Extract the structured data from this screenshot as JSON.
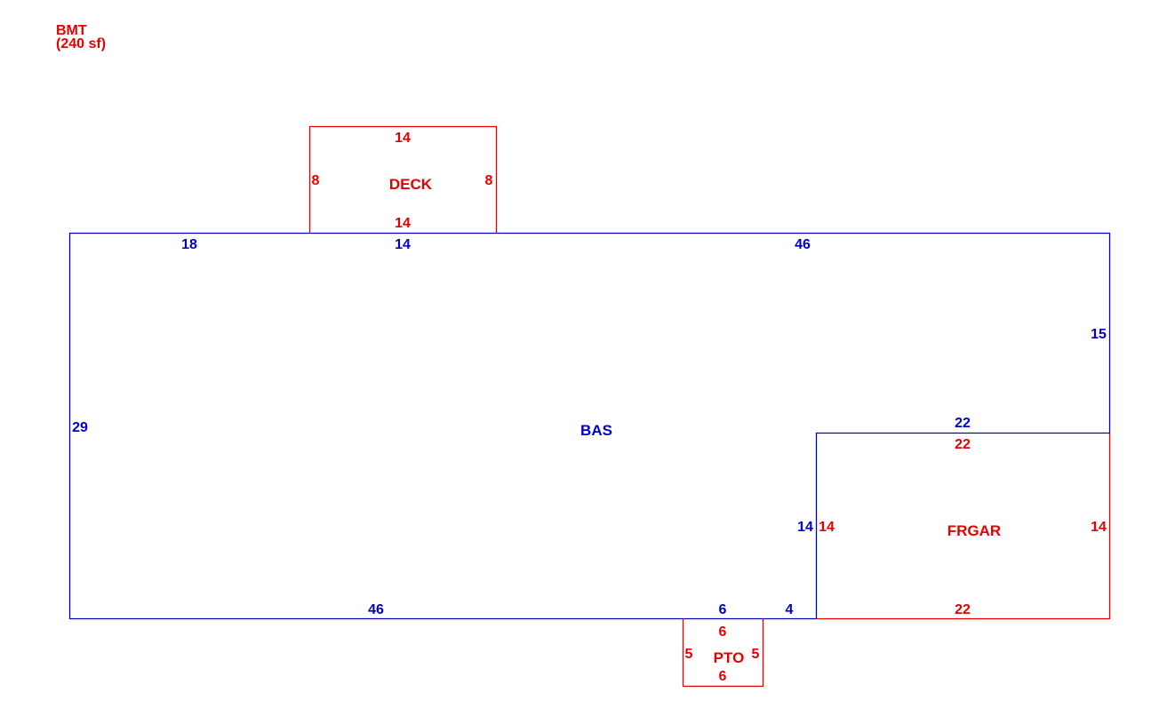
{
  "colors": {
    "main": "#0000cc",
    "sub": "#e60000"
  },
  "legend": {
    "name": "BMT",
    "area": "(240 sf)"
  },
  "areas": {
    "bas": {
      "label": "BAS",
      "dims": {
        "top_left": "18",
        "top_mid": "14",
        "top_right": "46",
        "right": "15",
        "left": "29",
        "garage_top": "22",
        "garage_side": "14",
        "bottom_left": "46",
        "bottom_mid": "6",
        "bottom_right": "4"
      }
    },
    "deck": {
      "label": "DECK",
      "dims": {
        "top": "14",
        "bottom": "14",
        "left": "8",
        "right": "8"
      }
    },
    "frgar": {
      "label": "FRGAR",
      "dims": {
        "top": "22",
        "bottom": "22",
        "left": "14",
        "right": "14"
      }
    },
    "pto": {
      "label": "PTO",
      "dims": {
        "top": "6",
        "bottom": "6",
        "left": "5",
        "right": "5"
      }
    }
  }
}
